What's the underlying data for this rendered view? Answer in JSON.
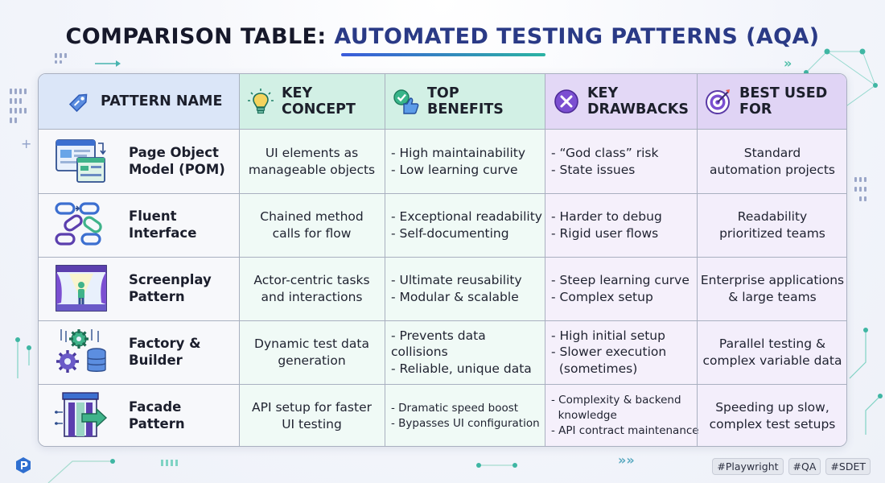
{
  "title": {
    "part1": "COMPARISON TABLE: ",
    "part2": "AUTOMATED TESTING PATTERNS (AQA)"
  },
  "headers": [
    {
      "icon": "tag-icon",
      "label": "PATTERN NAME"
    },
    {
      "icon": "lightbulb-icon",
      "label": "KEY CONCEPT"
    },
    {
      "icon": "thumbs-up-icon",
      "label": "TOP BENEFITS"
    },
    {
      "icon": "x-circle-icon",
      "label": "KEY DRAWBACKS"
    },
    {
      "icon": "target-icon",
      "label": "BEST USED FOR"
    }
  ],
  "rows": [
    {
      "icon": "browser-window-icon",
      "name": "Page Object Model (POM)",
      "concept": "UI elements as manageable objects",
      "benefits": [
        "- High maintainability",
        "- Low learning curve"
      ],
      "drawbacks": [
        "- “God class” risk",
        "- State issues"
      ],
      "best_for": "Standard automation projects"
    },
    {
      "icon": "chain-links-icon",
      "name": "Fluent Interface",
      "concept": "Chained method calls for flow",
      "benefits": [
        "- Exceptional readability",
        "- Self-documenting"
      ],
      "drawbacks": [
        "- Harder to debug",
        "- Rigid user flows"
      ],
      "best_for": "Readability prioritized teams"
    },
    {
      "icon": "theater-stage-icon",
      "name": "Screenplay Pattern",
      "concept": "Actor-centric tasks and interactions",
      "benefits": [
        "- Ultimate reusability",
        "- Modular & scalable"
      ],
      "drawbacks": [
        "- Steep learning curve",
        "- Complex setup"
      ],
      "best_for": "Enterprise applications & large teams"
    },
    {
      "icon": "gears-database-icon",
      "name": "Factory & Builder",
      "concept": "Dynamic test data generation",
      "benefits": [
        "- Prevents data collisions",
        "- Reliable, unique data"
      ],
      "drawbacks": [
        "- High initial setup",
        "- Slower execution",
        "  (sometimes)"
      ],
      "best_for": "Parallel testing & complex variable data"
    },
    {
      "icon": "facade-door-icon",
      "name": "Facade Pattern",
      "concept": "API setup for faster UI testing",
      "benefits": [
        "- Dramatic speed boost",
        "- Bypasses UI configuration"
      ],
      "drawbacks": [
        "- Complexity & backend",
        "  knowledge",
        "- API contract maintenance"
      ],
      "best_for": "Speeding up slow, complex test setups"
    }
  ],
  "tags": [
    "#Playwright",
    "#QA",
    "#SDET"
  ],
  "colors": {
    "title_accent": "#2a3a86",
    "underline_start": "#3b5bdb",
    "underline_end": "#2bb3a3",
    "header_pattern": "#dbe6f8",
    "header_green": "#d2f0e5",
    "header_purple": "#e3d8f6"
  }
}
